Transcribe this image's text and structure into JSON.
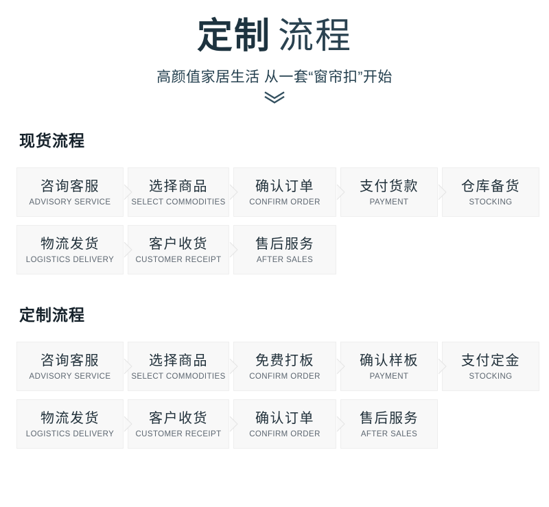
{
  "hero": {
    "title_strong": "定制",
    "title_light": "流程",
    "subtitle": "高颜值家居生活 从一套“窗帘扣”开始",
    "chevron_icon": "double-chevron-down-icon"
  },
  "colors": {
    "title_strong": "#1d333f",
    "title_light": "#2a4250",
    "section_title": "#16222b",
    "step_bg": "#f8f8f8",
    "step_border": "#eeeeee",
    "step_cn_text": "#20303a",
    "step_en_text": "#5c6670",
    "page_bg": "#ffffff"
  },
  "sections": [
    {
      "title": "现货流程",
      "rows": [
        {
          "steps": [
            {
              "cn": "咨询客服",
              "en": "ADVISORY SERVICE"
            },
            {
              "cn": "选择商品",
              "en": "SELECT COMMODITIES"
            },
            {
              "cn": "确认订单",
              "en": "CONFIRM ORDER"
            },
            {
              "cn": "支付货款",
              "en": "PAYMENT"
            },
            {
              "cn": "仓库备货",
              "en": "STOCKING"
            }
          ]
        },
        {
          "steps": [
            {
              "cn": "物流发货",
              "en": "LOGISTICS DELIVERY"
            },
            {
              "cn": "客户收货",
              "en": "CUSTOMER RECEIPT"
            },
            {
              "cn": "售后服务",
              "en": "AFTER SALES"
            }
          ]
        }
      ]
    },
    {
      "title": "定制流程",
      "rows": [
        {
          "steps": [
            {
              "cn": "咨询客服",
              "en": "ADVISORY SERVICE"
            },
            {
              "cn": "选择商品",
              "en": "SELECT COMMODITIES"
            },
            {
              "cn": "免费打板",
              "en": "CONFIRM ORDER"
            },
            {
              "cn": "确认样板",
              "en": "PAYMENT"
            },
            {
              "cn": "支付定金",
              "en": "STOCKING"
            }
          ]
        },
        {
          "steps": [
            {
              "cn": "物流发货",
              "en": "LOGISTICS DELIVERY"
            },
            {
              "cn": "客户收货",
              "en": "CUSTOMER RECEIPT"
            },
            {
              "cn": "确认订单",
              "en": "CONFIRM ORDER"
            },
            {
              "cn": "售后服务",
              "en": "AFTER SALES"
            }
          ]
        }
      ]
    }
  ]
}
